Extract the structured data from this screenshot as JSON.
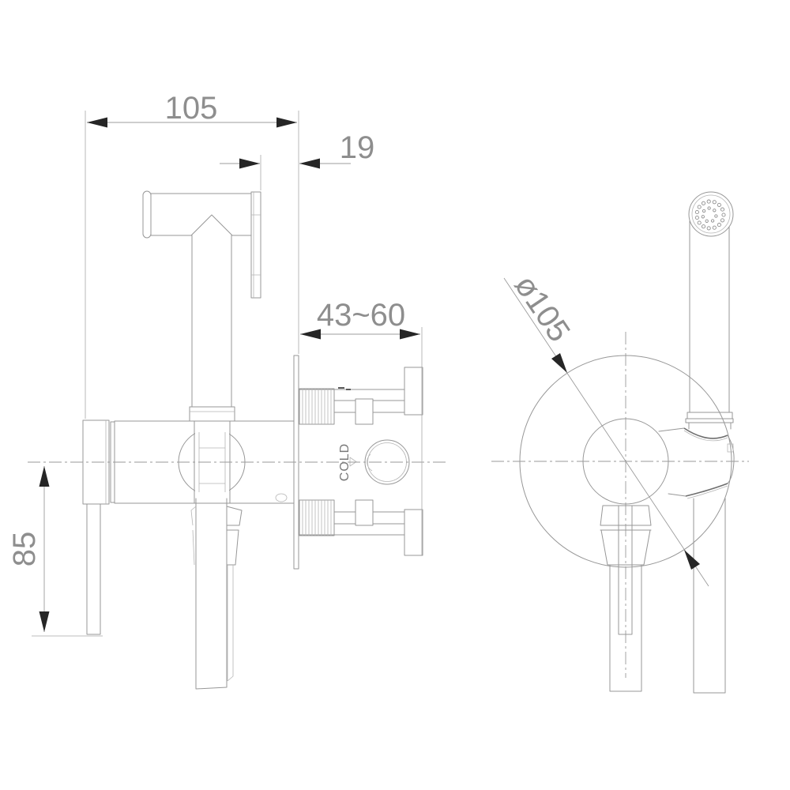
{
  "drawing": {
    "dims": {
      "overall_depth": "105",
      "bracket_to_wall": "19",
      "embed_range": "43~60",
      "lever_drop": "85",
      "plate_diameter": "ø105"
    },
    "labels": {
      "cold": "COLD"
    },
    "colors": {
      "background": "#ffffff",
      "line": "#979797",
      "dimension_line": "#9c9c9c",
      "dimension_text": "#8e8e8e",
      "arrow": "#262626"
    }
  }
}
